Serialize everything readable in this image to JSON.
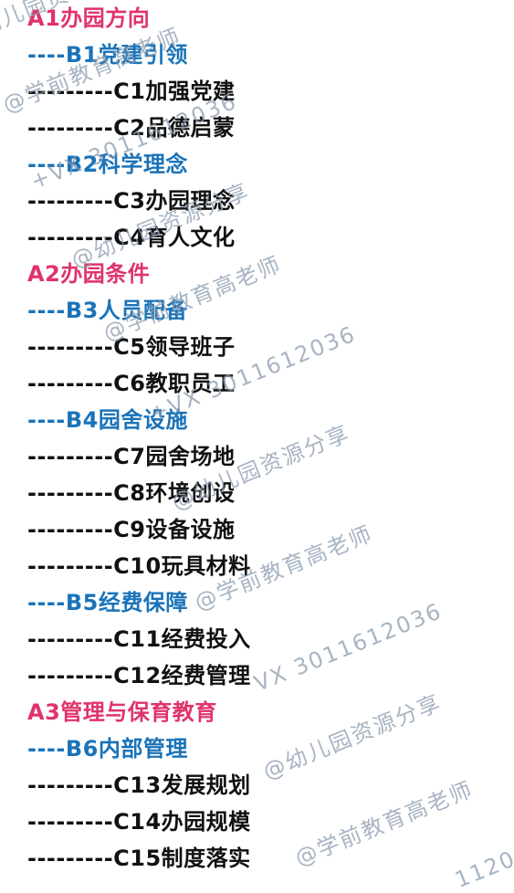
{
  "outline": [
    {
      "level": "a",
      "text": "A1办园方向"
    },
    {
      "level": "b",
      "text": "----B1党建引领"
    },
    {
      "level": "c",
      "text": "---------C1加强党建"
    },
    {
      "level": "c",
      "text": "---------C2品德启蒙"
    },
    {
      "level": "b",
      "text": "----B2科学理念"
    },
    {
      "level": "c",
      "text": "---------C3办园理念"
    },
    {
      "level": "c",
      "text": "---------C4育人文化"
    },
    {
      "level": "a",
      "text": "A2办园条件"
    },
    {
      "level": "b",
      "text": "----B3人员配备"
    },
    {
      "level": "c",
      "text": "---------C5领导班子"
    },
    {
      "level": "c",
      "text": "---------C6教职员工"
    },
    {
      "level": "b",
      "text": "----B4园舍设施"
    },
    {
      "level": "c",
      "text": "---------C7园舍场地"
    },
    {
      "level": "c",
      "text": "---------C8环境创设"
    },
    {
      "level": "c",
      "text": "---------C9设备设施"
    },
    {
      "level": "c",
      "text": "---------C10玩具材料"
    },
    {
      "level": "b",
      "text": "----B5经费保障"
    },
    {
      "level": "c",
      "text": "---------C11经费投入"
    },
    {
      "level": "c",
      "text": "---------C12经费管理"
    },
    {
      "level": "a",
      "text": "A3管理与保育教育"
    },
    {
      "level": "b",
      "text": "----B6内部管理"
    },
    {
      "level": "c",
      "text": "---------C13发展规划"
    },
    {
      "level": "c",
      "text": "---------C14办园规模"
    },
    {
      "level": "c",
      "text": "---------C15制度落实"
    }
  ],
  "watermarks": {
    "w1": "@幼儿园资源分享",
    "w2": "@学前教育高老师",
    "w3": "+VX 3011612036",
    "w4": "@幼儿园资源分享",
    "w5": "@学前教育高老师",
    "w6": "+VX 3011612036",
    "w7": "@幼儿园资源分享",
    "w8": "@学前教育高老师",
    "w9": "VX 3011612036",
    "w10": "@幼儿园资源分享",
    "w11": "@学前教育高老师",
    "w12": "1120"
  },
  "colors": {
    "level_a": "#e0336a",
    "level_b": "#1a73b8",
    "level_c": "#111111",
    "watermark": "#8a9bb0"
  }
}
